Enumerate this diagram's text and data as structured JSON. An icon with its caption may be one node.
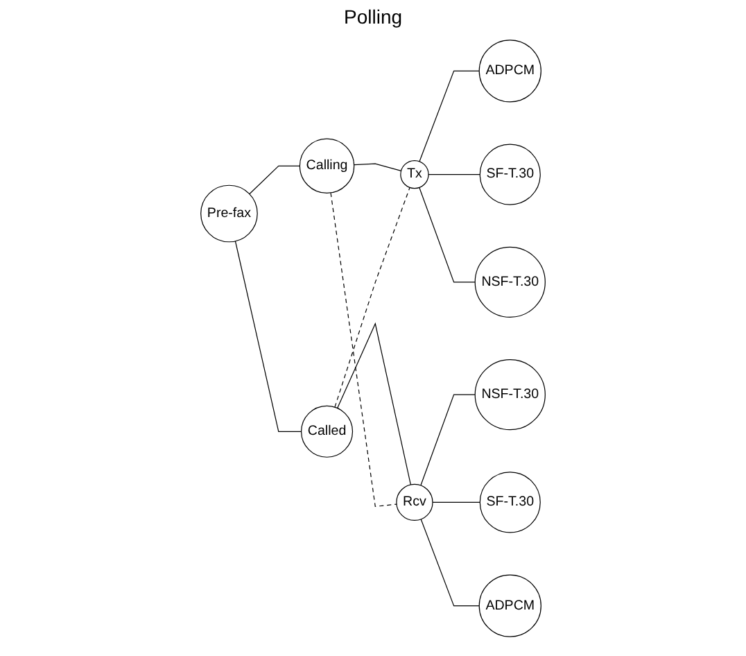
{
  "diagram": {
    "nodes": [
      {
        "text": [
          "Pre-fax"
        ]
      },
      {
        "text": [
          "Calling"
        ]
      },
      {
        "text": [
          "Called"
        ]
      },
      {
        "text": [
          "Tx"
        ]
      },
      {
        "text": [
          "Rcv"
        ]
      },
      {
        "text": [
          "ADPCM"
        ]
      },
      {
        "text": [
          "SF-T.30"
        ]
      },
      {
        "text": [
          "NSF-T.30"
        ]
      },
      {
        "text": [
          "NSF-T.30"
        ]
      },
      {
        "text": [
          "SF-T.30"
        ]
      },
      {
        "text": [
          "ADPCM"
        ]
      }
    ],
    "edges": [
      {
        "from": 0,
        "to": 1,
        "arrow": "none"
      },
      {
        "from": 0,
        "to": 2,
        "arrow": "none"
      },
      {
        "from": 1,
        "to": 3,
        "arrow": "none"
      },
      {
        "from": 2,
        "to": 4,
        "arrow": "none"
      },
      {
        "from": 1,
        "to": 4,
        "arrow": "none",
        "style": "dashed"
      },
      {
        "from": 2,
        "to": 3,
        "arrow": "none",
        "style": "dashed"
      },
      {
        "from": 3,
        "to": 5,
        "arrow": "none"
      },
      {
        "from": 3,
        "to": 6,
        "arrow": "none"
      },
      {
        "from": 3,
        "to": 7,
        "arrow": "none"
      },
      {
        "from": 4,
        "to": 8,
        "arrow": "none"
      },
      {
        "from": 4,
        "to": 9,
        "arrow": "none"
      },
      {
        "from": 4,
        "to": 10,
        "arrow": "none"
      }
    ],
    "labels": [
      "Polling"
    ]
  }
}
